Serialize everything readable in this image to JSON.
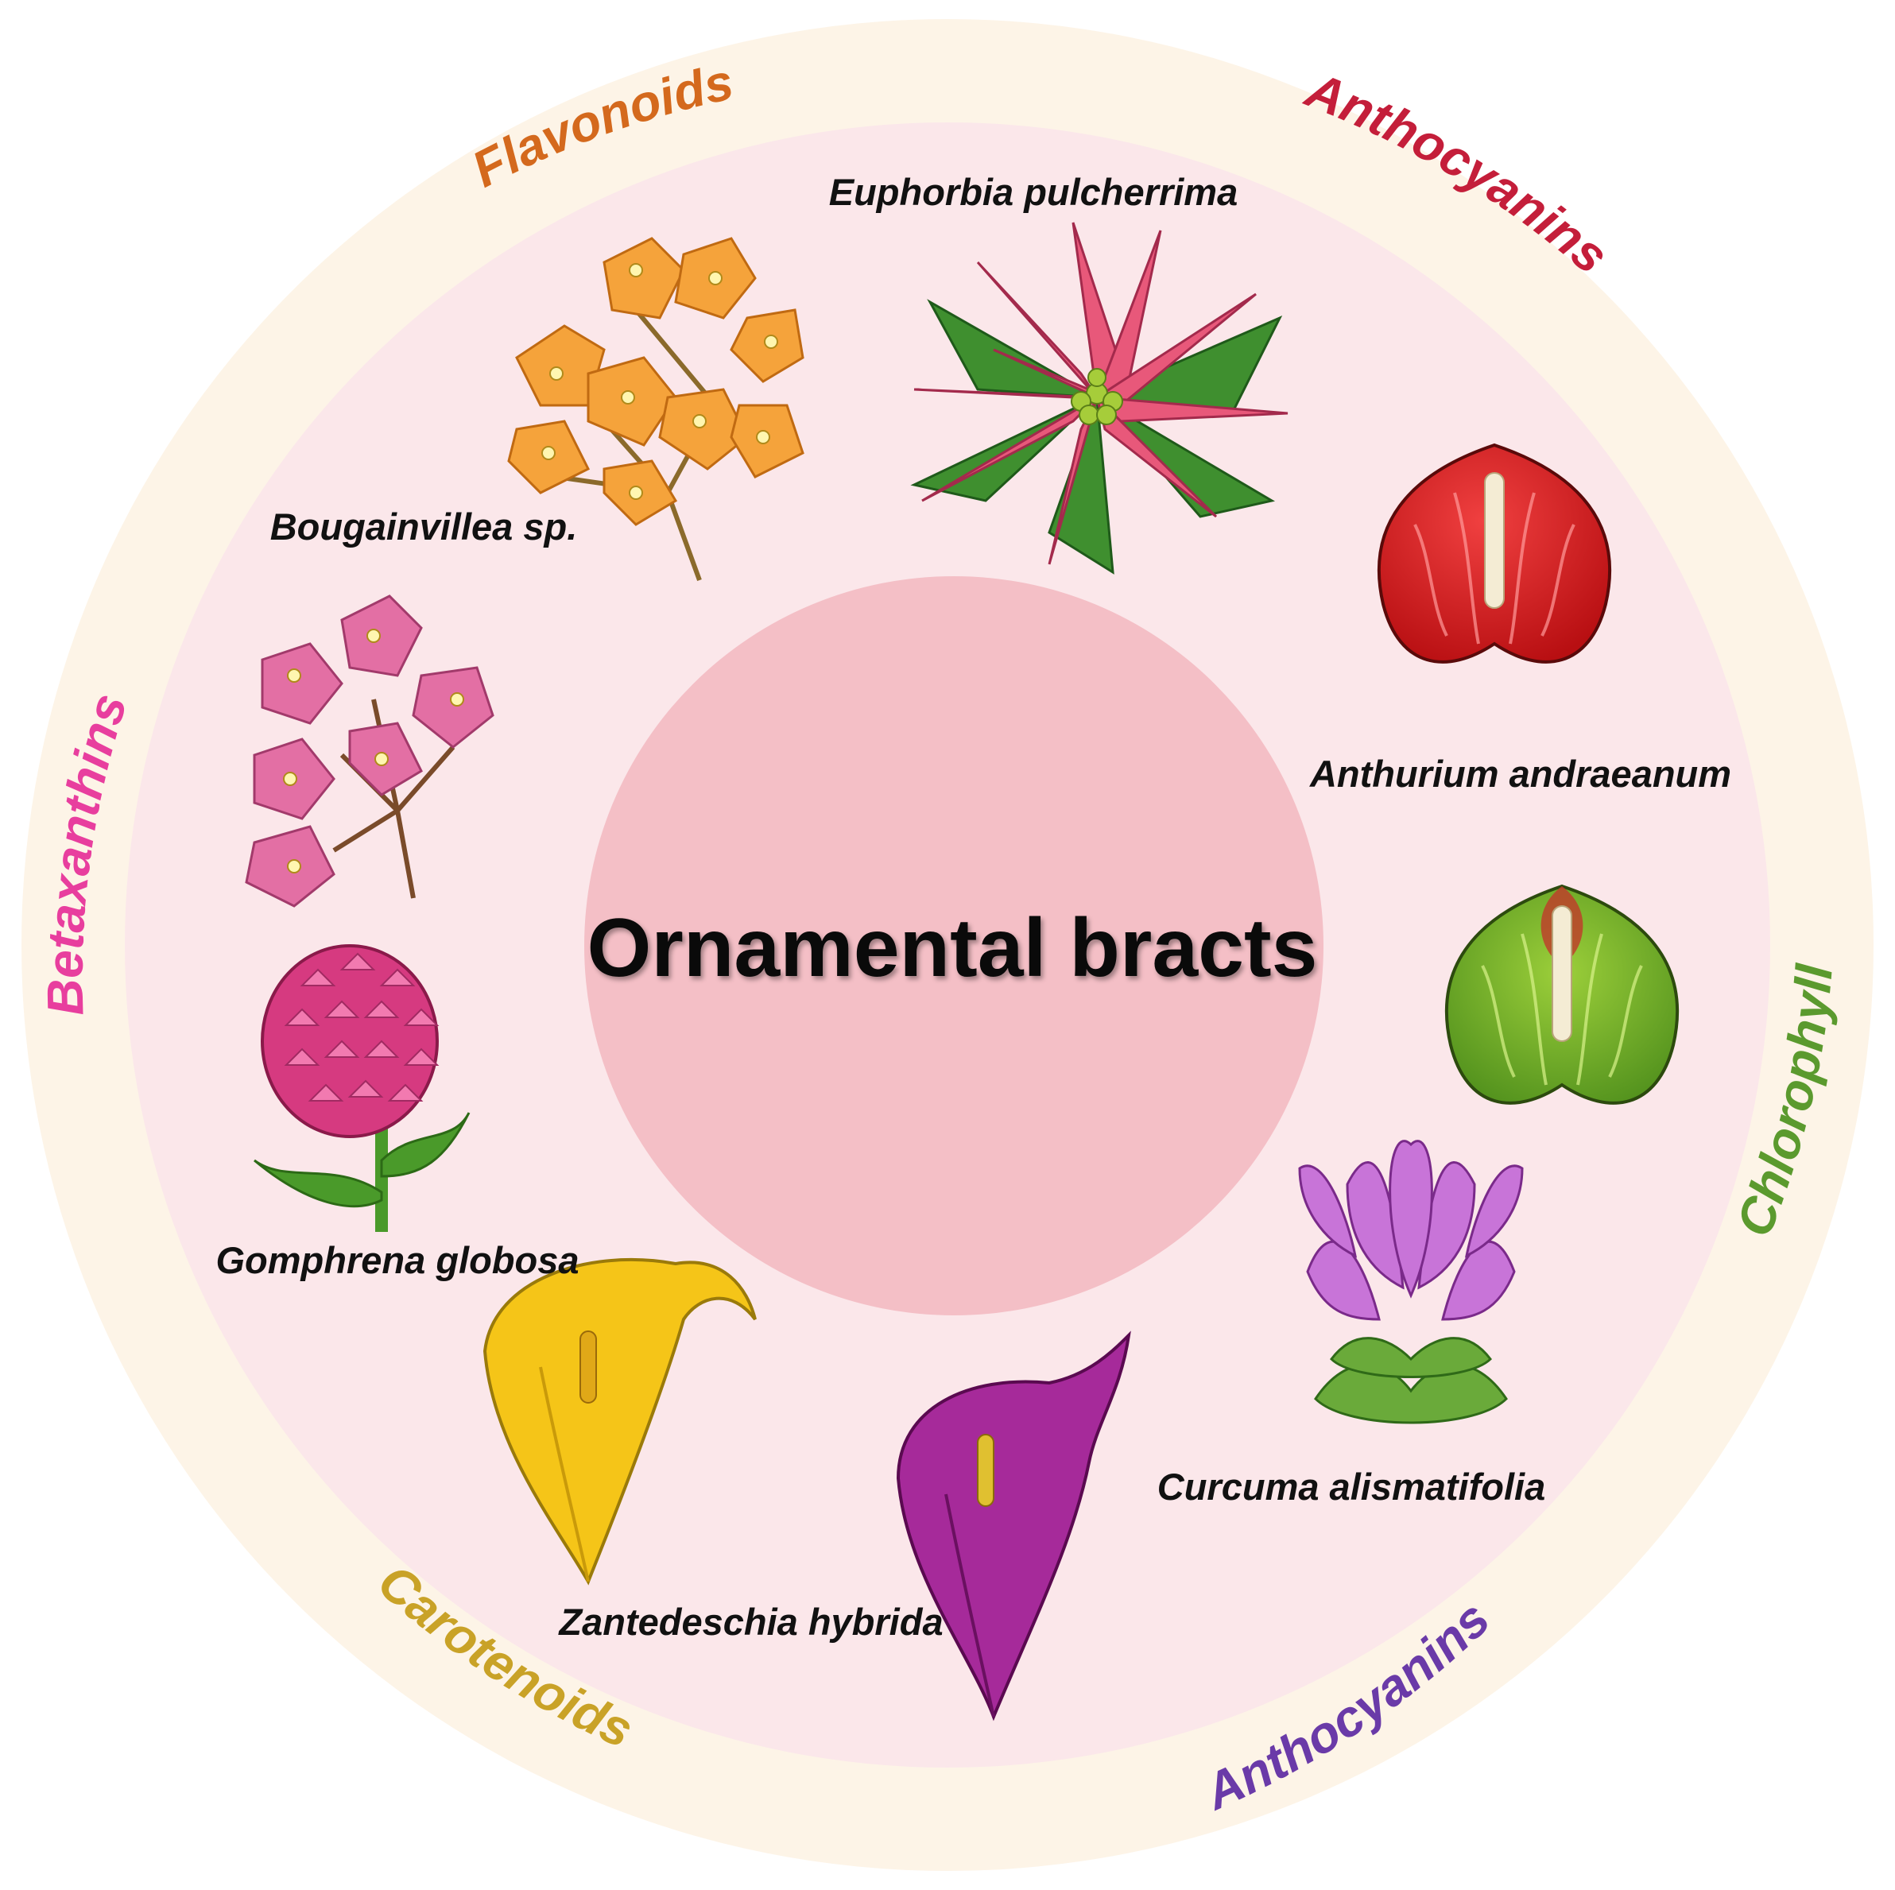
{
  "title": "Ornamental bracts",
  "species": [
    {
      "id": "euphorbia",
      "label": "Euphorbia pulcherrima"
    },
    {
      "id": "bougainvillea",
      "label": "Bougainvillea sp."
    },
    {
      "id": "anthurium",
      "label": "Anthurium andraeanum"
    },
    {
      "id": "gomphrena",
      "label": "Gomphrena globosa"
    },
    {
      "id": "curcuma",
      "label": "Curcuma alismatifolia"
    },
    {
      "id": "zantedeschia",
      "label": "Zantedeschia hybrida"
    }
  ],
  "pigments": [
    {
      "id": "flavonoids",
      "label": "Flavonoids",
      "color": "#d4691d"
    },
    {
      "id": "anthocyanins-red",
      "label": "Anthocyanins",
      "color": "#c41e3a"
    },
    {
      "id": "betaxanthins",
      "label": "Betaxanthins",
      "color": "#e83e9e"
    },
    {
      "id": "chlorophyll",
      "label": "Chlorophyll",
      "color": "#5b9a2e"
    },
    {
      "id": "carotenoids",
      "label": "Carotenoids",
      "color": "#c9a227"
    },
    {
      "id": "anthocyanins-purple",
      "label": "Anthocyanins",
      "color": "#6a3aa8"
    }
  ],
  "colors": {
    "outer_ring": "#fdf4e7",
    "inner_disc": "#fbe7ea",
    "center_circle": "#f4bfc6"
  }
}
